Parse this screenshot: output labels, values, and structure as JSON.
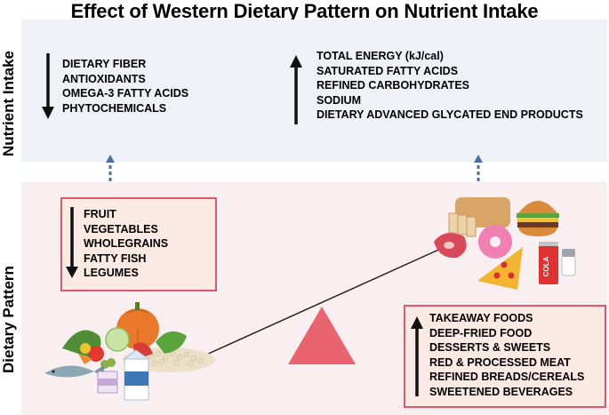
{
  "title": "Effect of Western Dietary Pattern on Nutrient Intake",
  "side_labels": {
    "top": "Nutrient Intake",
    "bottom": "Dietary Pattern"
  },
  "nutrient_intake": {
    "decreased": [
      "DIETARY FIBER",
      "ANTIOXIDANTS",
      "OMEGA-3 FATTY ACIDS",
      "PHYTOCHEMICALS"
    ],
    "increased": [
      "TOTAL ENERGY (kJ/cal)",
      "SATURATED FATTY ACIDS",
      "REFINED CARBOHYDRATES",
      "SODIUM",
      "DIETARY ADVANCED GLYCATED END PRODUCTS"
    ]
  },
  "dietary_pattern": {
    "healthy_foods": [
      "FRUIT",
      "VEGETABLES",
      "WHOLEGRAINS",
      "FATTY FISH",
      "LEGUMES"
    ],
    "western_foods": [
      "TAKEAWAY FOODS",
      "DEEP-FRIED FOOD",
      "DESSERTS & SWEETS",
      "RED & PROCESSED MEAT",
      "REFINED BREADS/CEREALS",
      "SWEETENED BEVERAGES"
    ]
  },
  "illustration_text": {
    "cola_can": "COLA"
  },
  "colors": {
    "top_panel": "#eef2f6",
    "bottom_panel": "#f9eff1",
    "box_border": "#e0596a",
    "box_fill": "#fbe9e4",
    "fulcrum": "#e9646f",
    "dotted_arrow": "#4a6ea9"
  },
  "icons": [
    "down-arrow-icon",
    "up-arrow-icon",
    "dotted-up-arrow-icon",
    "seesaw-fulcrum-icon",
    "healthy-food-illustration",
    "junk-food-illustration"
  ]
}
